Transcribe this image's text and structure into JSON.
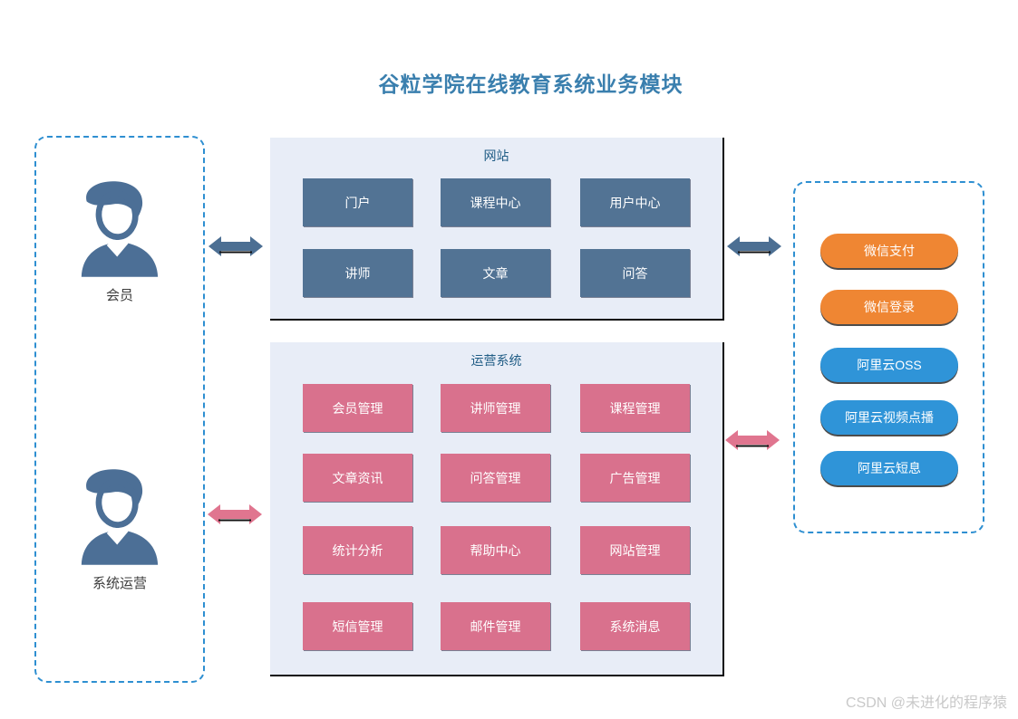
{
  "title": "谷粒学院在线教育系统业务模块",
  "actors": {
    "member": {
      "label": "会员"
    },
    "ops": {
      "label": "系统运营"
    }
  },
  "website": {
    "title": "网站",
    "modules": [
      "门户",
      "课程中心",
      "用户中心",
      "讲师",
      "文章",
      "问答"
    ]
  },
  "operations": {
    "title": "运营系统",
    "modules": [
      "会员管理",
      "讲师管理",
      "课程管理",
      "文章资讯",
      "问答管理",
      "广告管理",
      "统计分析",
      "帮助中心",
      "网站管理",
      "短信管理",
      "邮件管理",
      "系统消息"
    ]
  },
  "external": {
    "services": [
      {
        "label": "微信支付",
        "color": "#ef8633"
      },
      {
        "label": "微信登录",
        "color": "#ef8633"
      },
      {
        "label": "阿里云OSS",
        "color": "#2f94d8"
      },
      {
        "label": "阿里云视频点播",
        "color": "#2f94d8"
      },
      {
        "label": "阿里云短息",
        "color": "#2f94d8"
      }
    ]
  },
  "colors": {
    "title": "#3a7fae",
    "panel-fill": "#e8edf7",
    "panel-label": "#1f5c85",
    "module-dark": "#527394",
    "module-pink": "#d9718d",
    "dash-border": "#2e8fd1",
    "avatar": "#4c6f96",
    "arrow-dark": "#4c6f93",
    "arrow-pink": "#e0758f",
    "actor-label": "#3c3c3c",
    "watermark": "#c9c9c9"
  },
  "watermark": "CSDN @未进化的程序猿"
}
